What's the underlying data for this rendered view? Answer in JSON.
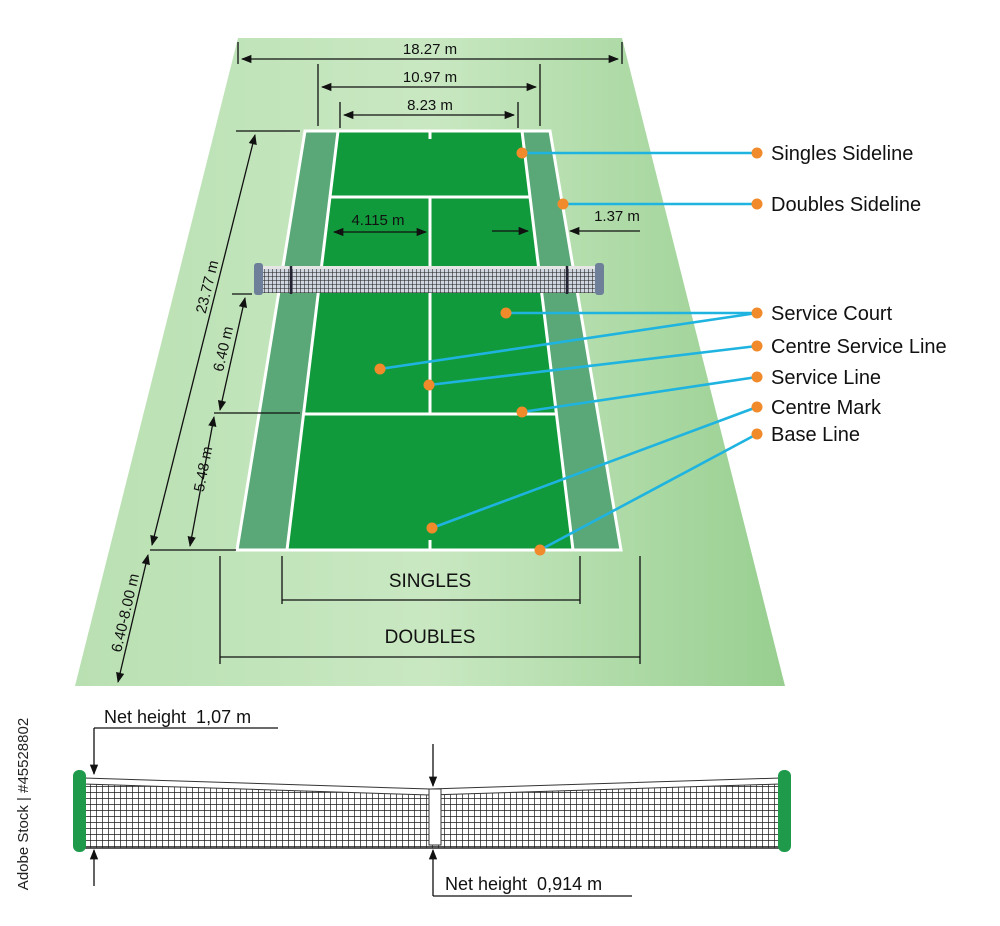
{
  "dimensions": {
    "overall_width": "18.27 m",
    "doubles_width": "10.97 m",
    "singles_width": "8.23 m",
    "half_singles": "4.115 m",
    "alley_width": "1.37 m",
    "court_length": "23.77 m",
    "service_depth": "6.40 m",
    "back_court": "5.48 m",
    "runback": "6.40-8.00 m"
  },
  "labels": {
    "singles": "SINGLES",
    "doubles": "DOUBLES"
  },
  "callouts": [
    "Singles Sideline",
    "Doubles Sideline",
    "Service Court",
    "Centre Service Line",
    "Service Line",
    "Centre Mark",
    "Base Line"
  ],
  "net": {
    "post_height": "Net height  1,07 m",
    "centre_height": "Net height  0,914 m"
  },
  "watermark": "Adobe Stock | #45528802",
  "colors": {
    "surround": "#a9d8a3",
    "court": "#119a3c",
    "alley": "#5aa878",
    "lines": "#ffffff",
    "callout_line": "#1fb3e0",
    "callout_dot": "#f08a2a",
    "post": "#1e9a4a"
  }
}
